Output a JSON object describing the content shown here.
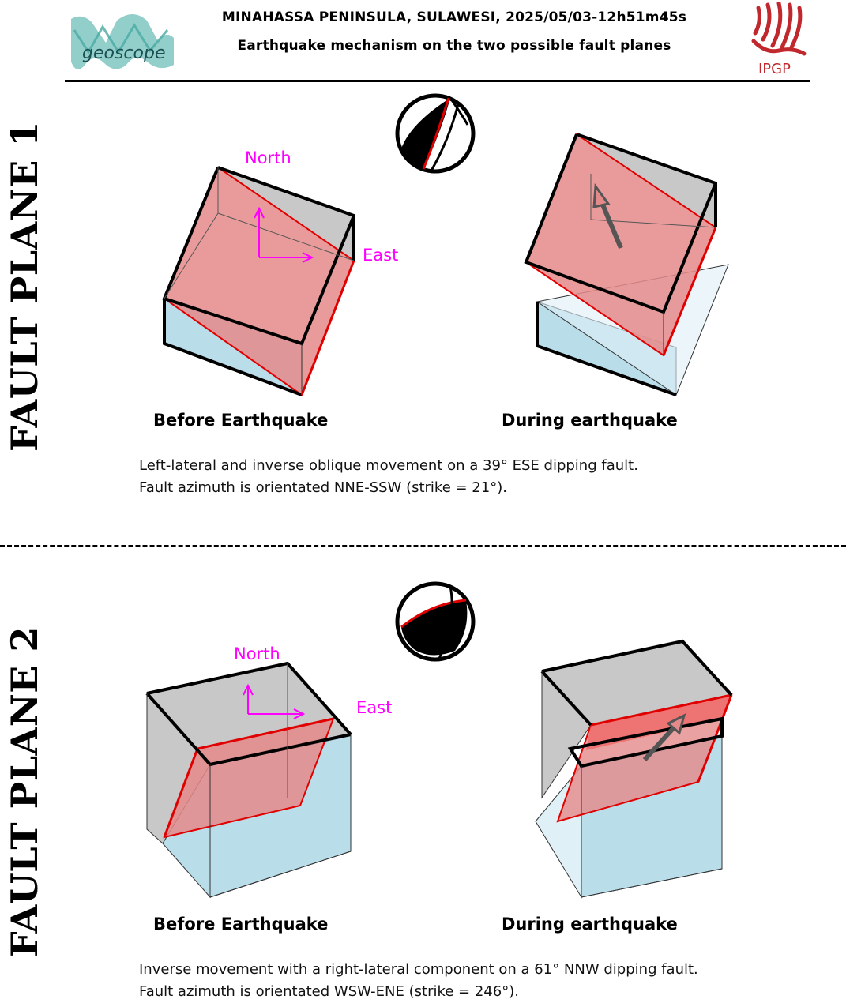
{
  "header": {
    "title": "MINAHASSA PENINSULA, SULAWESI, 2025/05/03-12h51m45s",
    "subtitle": "Earthquake mechanism on the two possible fault planes",
    "left_logo_text": "geoscope",
    "right_logo_text": "IPGP"
  },
  "planes": [
    {
      "side_label": "FAULT PLANE 1",
      "north_label": "North",
      "east_label": "East",
      "before_caption": "Before Earthquake",
      "during_caption": "During earthquake",
      "desc_line1": "Left-lateral and inverse oblique movement on a 39° ESE dipping fault.",
      "desc_line2": "Fault azimuth is orientated NNE-SSW (strike = 21°)."
    },
    {
      "side_label": "FAULT PLANE 2",
      "north_label": "North",
      "east_label": "East",
      "before_caption": "Before Earthquake",
      "during_caption": "During earthquake",
      "desc_line1": "Inverse movement with a right-lateral component on a 61° NNW dipping fault.",
      "desc_line2": "Fault azimuth is orientated WSW-ENE (strike = 246°)."
    }
  ],
  "colors": {
    "fault_plane": "#e58a8a",
    "upper_block": "#c8c8c8",
    "lower_block": "#b9dde9",
    "axis": "#ff00ff",
    "fault_edge": "#e00000",
    "ipgp_red": "#c0282d"
  }
}
